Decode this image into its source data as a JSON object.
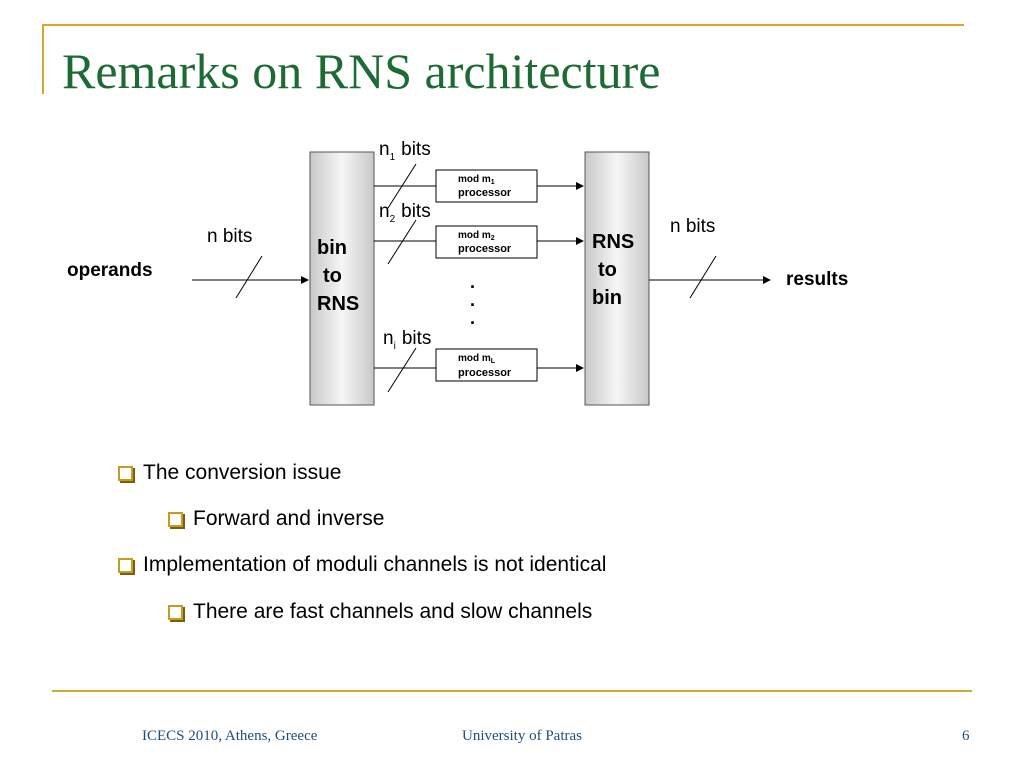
{
  "slide": {
    "title": "Remarks on RNS architecture",
    "page_number": "6"
  },
  "diagram": {
    "input_label": "operands",
    "output_label": "results",
    "input_bits": "n bits",
    "output_bits": "n bits",
    "left_block": [
      "bin",
      "to",
      "RNS"
    ],
    "right_block": [
      "RNS",
      "to",
      "bin"
    ],
    "channels": [
      {
        "bits_var": "n",
        "bits_sub": "1",
        "bits_unit": "bits",
        "proc_line1": "mod m",
        "proc_sub": "1",
        "proc_line2": "processor"
      },
      {
        "bits_var": "n",
        "bits_sub": "2",
        "bits_unit": "bits",
        "proc_line1": "mod m",
        "proc_sub": "2",
        "proc_line2": "processor"
      },
      {
        "bits_var": "n",
        "bits_sub": "i",
        "bits_unit": "bits",
        "proc_line1": "mod m",
        "proc_sub": "L",
        "proc_line2": "processor"
      }
    ],
    "ellipsis": [
      ".",
      ".",
      "."
    ]
  },
  "bullets": [
    {
      "level": 1,
      "text": "The conversion issue"
    },
    {
      "level": 2,
      "text": "Forward and inverse"
    },
    {
      "level": 1,
      "text": "Implementation of moduli channels is not identical"
    },
    {
      "level": 2,
      "text": "There are fast channels and slow channels"
    }
  ],
  "footer": {
    "left": "ICECS 2010, Athens, Greece",
    "center": "University of Patras"
  },
  "colors": {
    "title": "#1d6b34",
    "accent": "#d4a82a",
    "footer_text": "#1d4f7a"
  }
}
